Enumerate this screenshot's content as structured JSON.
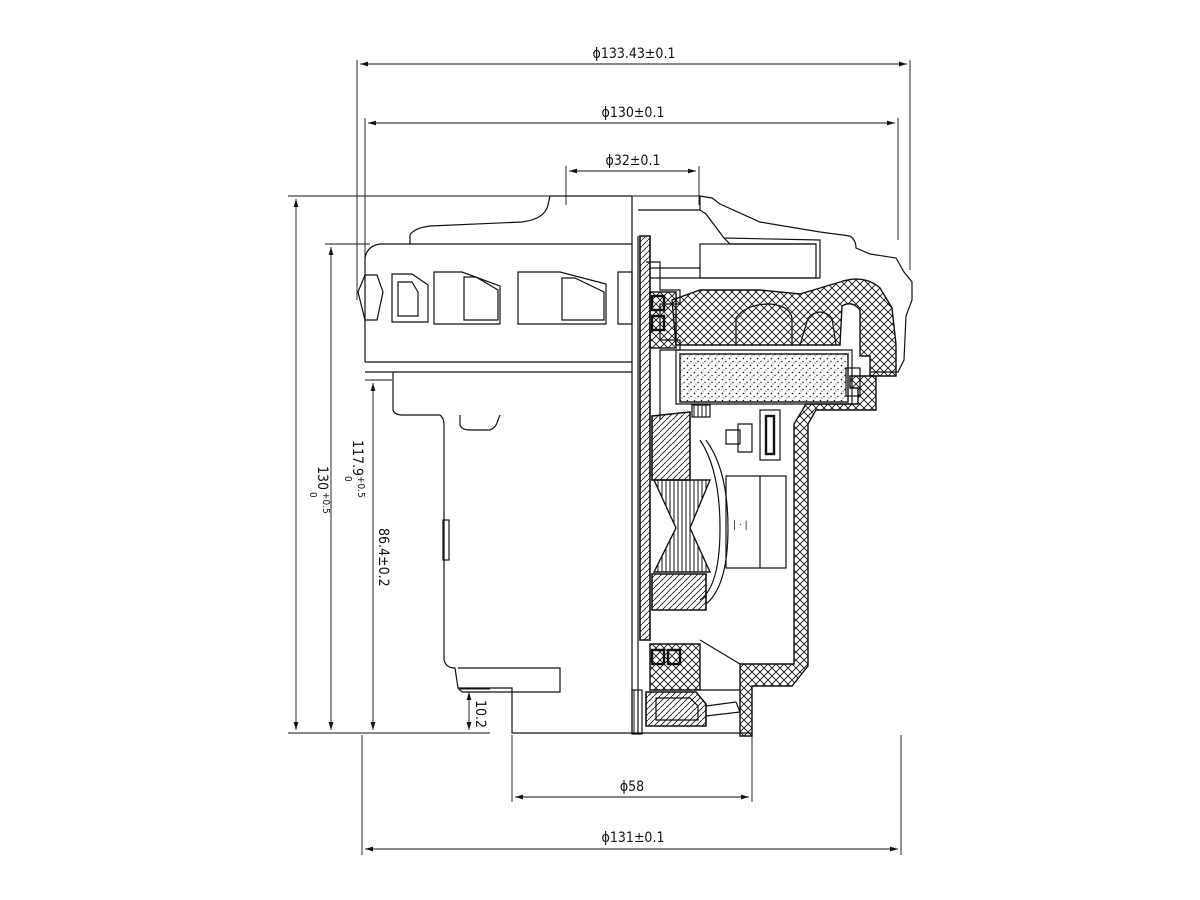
{
  "diagram": {
    "dimensions": {
      "overall_dia": "ϕ133.43±0.1",
      "impeller_dia": "ϕ130±0.1",
      "outlet_dia": "ϕ32±0.1",
      "base_dia": "ϕ58",
      "housing_dia": "ϕ131±0.1",
      "total_height": "130",
      "total_height_tol_upper": "+0.5",
      "total_height_tol_lower": "0",
      "body_height": "117.9",
      "body_height_tol_upper": "+0.5",
      "body_height_tol_lower": "0",
      "motor_height": "86.4±0.2",
      "base_height": "10.2"
    }
  }
}
